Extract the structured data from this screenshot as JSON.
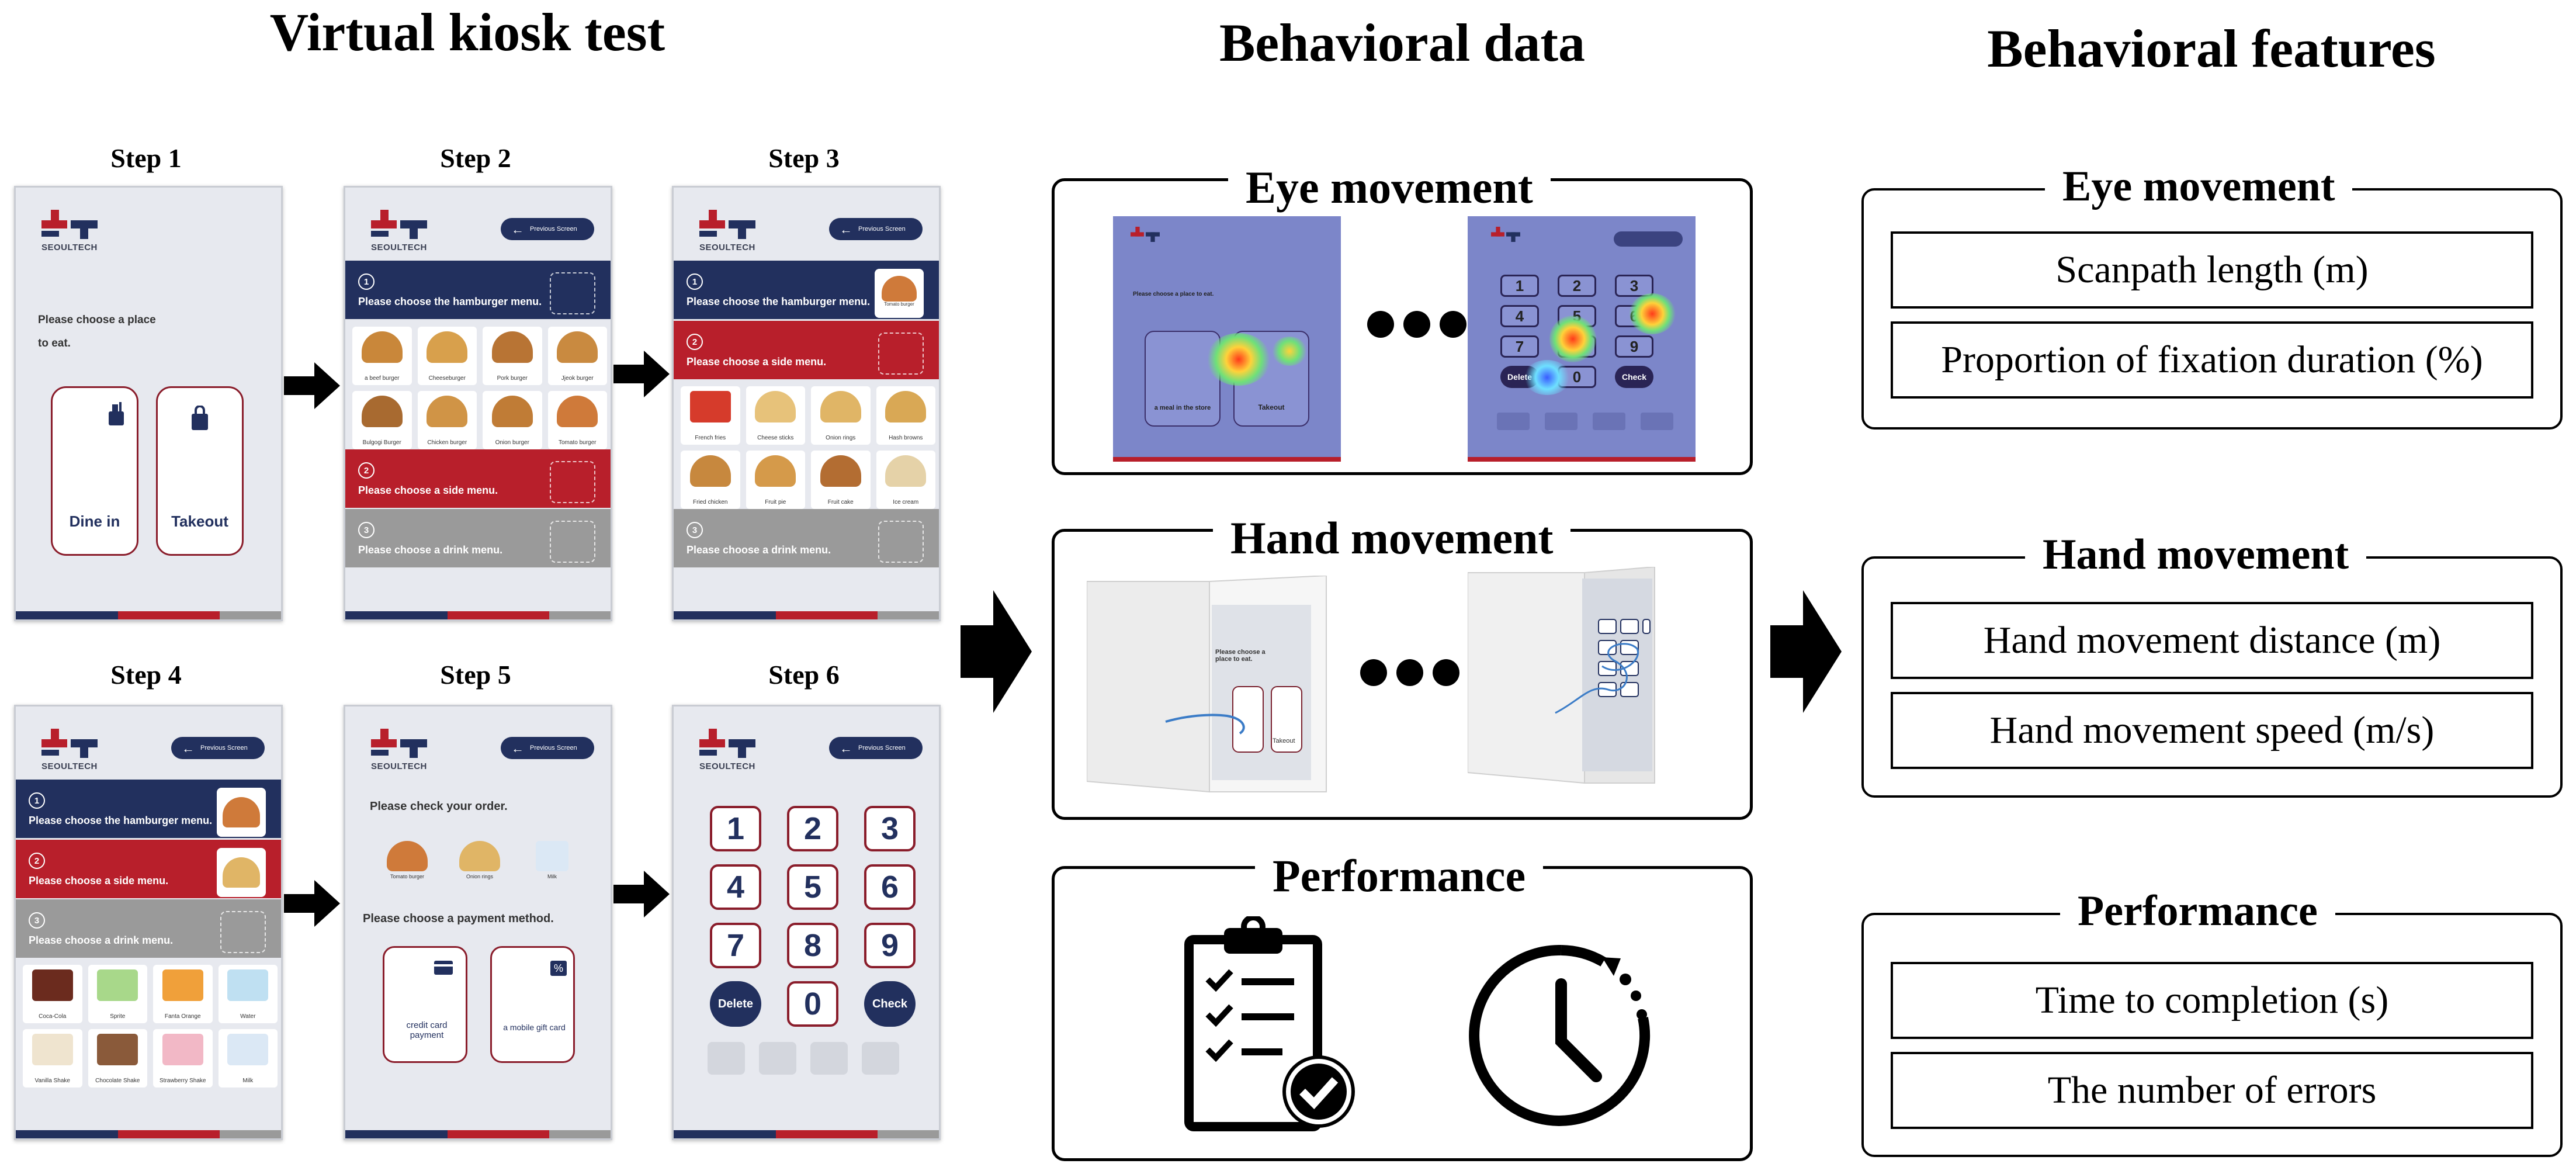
{
  "headers": {
    "kiosk": "Virtual kiosk test",
    "data": "Behavioral data",
    "features": "Behavioral features"
  },
  "colors": {
    "navy": "#22305e",
    "red": "#b81f2b",
    "gray": "#9a9a9a",
    "screen_bg": "#e7e9ef"
  },
  "steps": [
    {
      "label": "Step 1"
    },
    {
      "label": "Step 2"
    },
    {
      "label": "Step 3"
    },
    {
      "label": "Step 4"
    },
    {
      "label": "Step 5"
    },
    {
      "label": "Step 6"
    }
  ],
  "kiosk": {
    "logo_text": "SEOULTECH",
    "prev_button": "Previous Screen",
    "step1": {
      "prompt_line1": "Please choose a place",
      "prompt_line2": "to eat.",
      "dine_in": "Dine in",
      "takeout": "Takeout"
    },
    "menu_prompts": {
      "n1": "1",
      "n2": "2",
      "n3": "3",
      "hamburger": "Please choose the hamburger menu.",
      "side": "Please choose a side menu.",
      "drink": "Please choose a drink menu."
    },
    "burgers": [
      "a beef burger",
      "Cheeseburger",
      "Pork burger",
      "Jjeok burger",
      "Bulgogi Burger",
      "Chicken burger",
      "Onion burger",
      "Tomato burger"
    ],
    "sides": [
      "French fries",
      "Cheese sticks",
      "Onion rings",
      "Hash browns",
      "Fried chicken",
      "Fruit pie",
      "Fruit cake",
      "Ice cream"
    ],
    "drinks": [
      "Coca-Cola",
      "Sprite",
      "Fanta Orange",
      "Water",
      "Vanilla Shake",
      "Chocolate Shake",
      "Strawberry Shake",
      "Milk"
    ],
    "step5": {
      "check_order": "Please check your order.",
      "choose_payment": "Please choose a payment method.",
      "card": "credit card payment",
      "gift": "a mobile gift card",
      "order_items": [
        "Tomato burger",
        "Onion rings",
        "Milk"
      ]
    },
    "keypad": [
      "1",
      "2",
      "3",
      "4",
      "5",
      "6",
      "7",
      "8",
      "9",
      "Delete",
      "0",
      "Check"
    ]
  },
  "behavioral_data": {
    "eye": {
      "title": "Eye movement",
      "left_prompt": "Please choose a place to eat.",
      "left_dine": "a meal in the store",
      "left_take": "Takeout",
      "right_delete": "Delete",
      "right_check": "Check"
    },
    "hand": {
      "title": "Hand movement",
      "left_prompt": "Please choose a place to eat.",
      "left_take": "Takeout"
    },
    "performance": {
      "title": "Performance"
    }
  },
  "behavioral_features": {
    "eye": {
      "title": "Eye movement",
      "items": [
        "Scanpath length (m)",
        "Proportion of fixation duration (%)"
      ]
    },
    "hand": {
      "title": "Hand movement",
      "items": [
        "Hand movement distance (m)",
        "Hand movement speed (m/s)"
      ]
    },
    "performance": {
      "title": "Performance",
      "items": [
        "Time to completion (s)",
        "The number of errors"
      ]
    }
  },
  "icons": [
    "arrow-right-icon",
    "ellipsis-icon",
    "clipboard-checklist-icon",
    "clock-icon",
    "bag-icon",
    "tray-icon",
    "card-icon",
    "gift-icon"
  ]
}
